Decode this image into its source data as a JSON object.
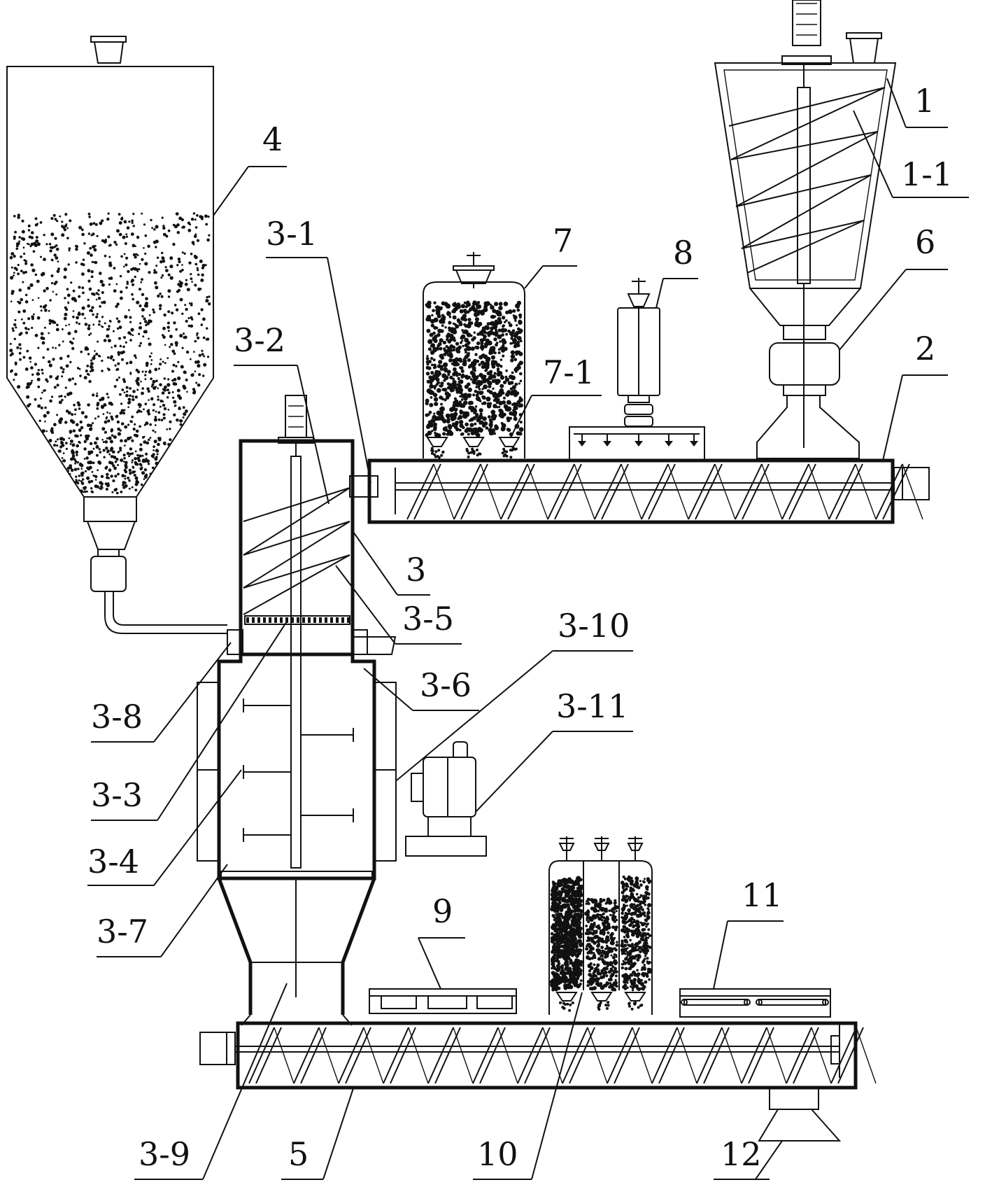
{
  "labels": {
    "1": "1",
    "1-1": "1-1",
    "2": "2",
    "3": "3",
    "3-1": "3-1",
    "3-2": "3-2",
    "3-3": "3-3",
    "3-4": "3-4",
    "3-5": "3-5",
    "3-6": "3-6",
    "3-7": "3-7",
    "3-8": "3-8",
    "3-9": "3-9",
    "3-10": "3-10",
    "3-11": "3-11",
    "4": "4",
    "5": "5",
    "6": "6",
    "7": "7",
    "7-1": "7-1",
    "8": "8",
    "9": "9",
    "10": "10",
    "11": "11",
    "12": "12"
  }
}
